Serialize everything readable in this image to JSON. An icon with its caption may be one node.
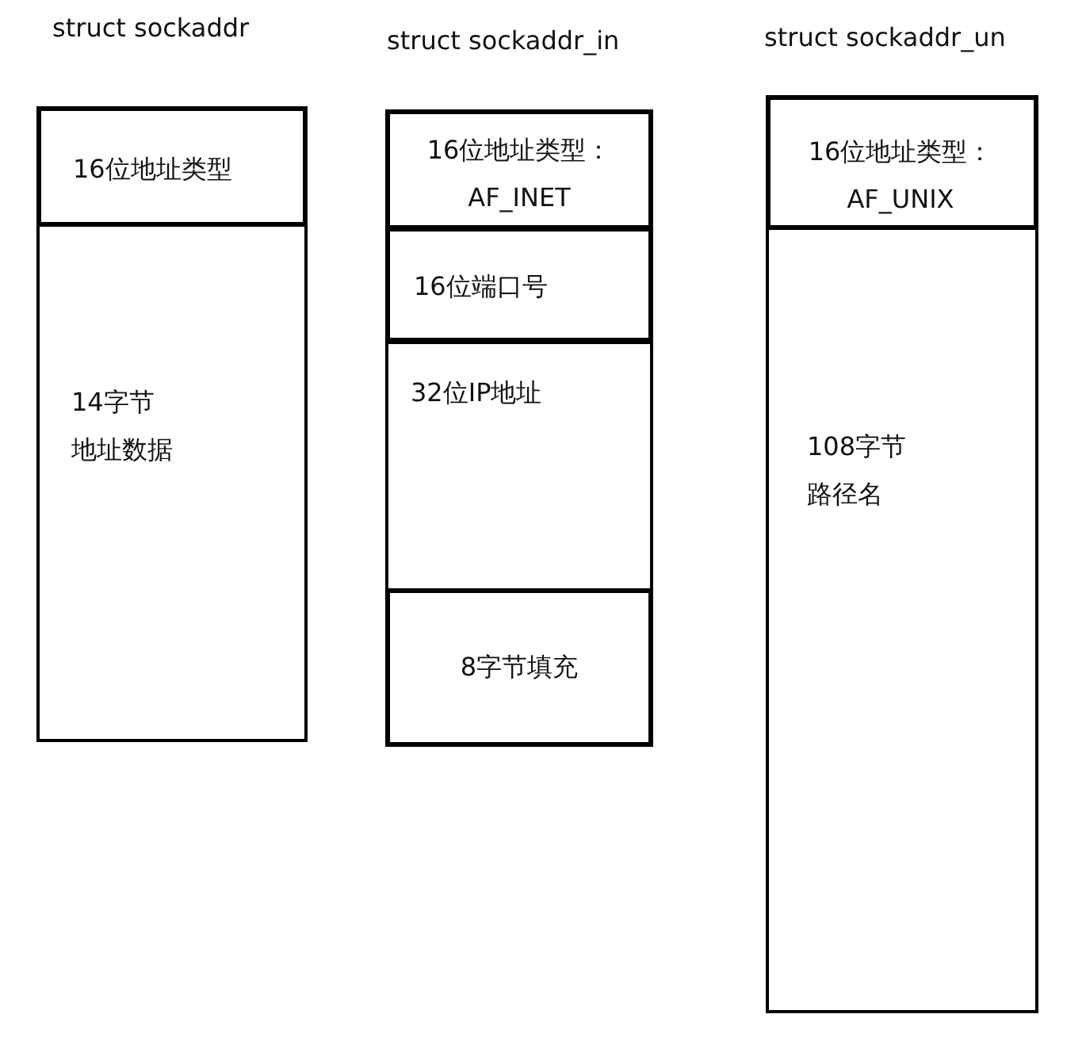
{
  "diagram": {
    "nodes": [
      {
        "text": [
          "16位地址类型"
        ]
      },
      {
        "text": [
          "14字节地址数据"
        ]
      },
      {
        "text": [
          "16位地址类型： AF_INET"
        ]
      },
      {
        "text": [
          "16位端口号"
        ]
      },
      {
        "text": [
          "32位IP地址"
        ]
      },
      {
        "text": [
          "8字节填充"
        ]
      },
      {
        "text": [
          "16位地址类型： AF_UNIX"
        ]
      },
      {
        "text": [
          "108字节路径名"
        ]
      }
    ],
    "labels": [
      "struct sockaddr",
      "struct sockaddr_in",
      "struct sockaddr_un"
    ]
  }
}
